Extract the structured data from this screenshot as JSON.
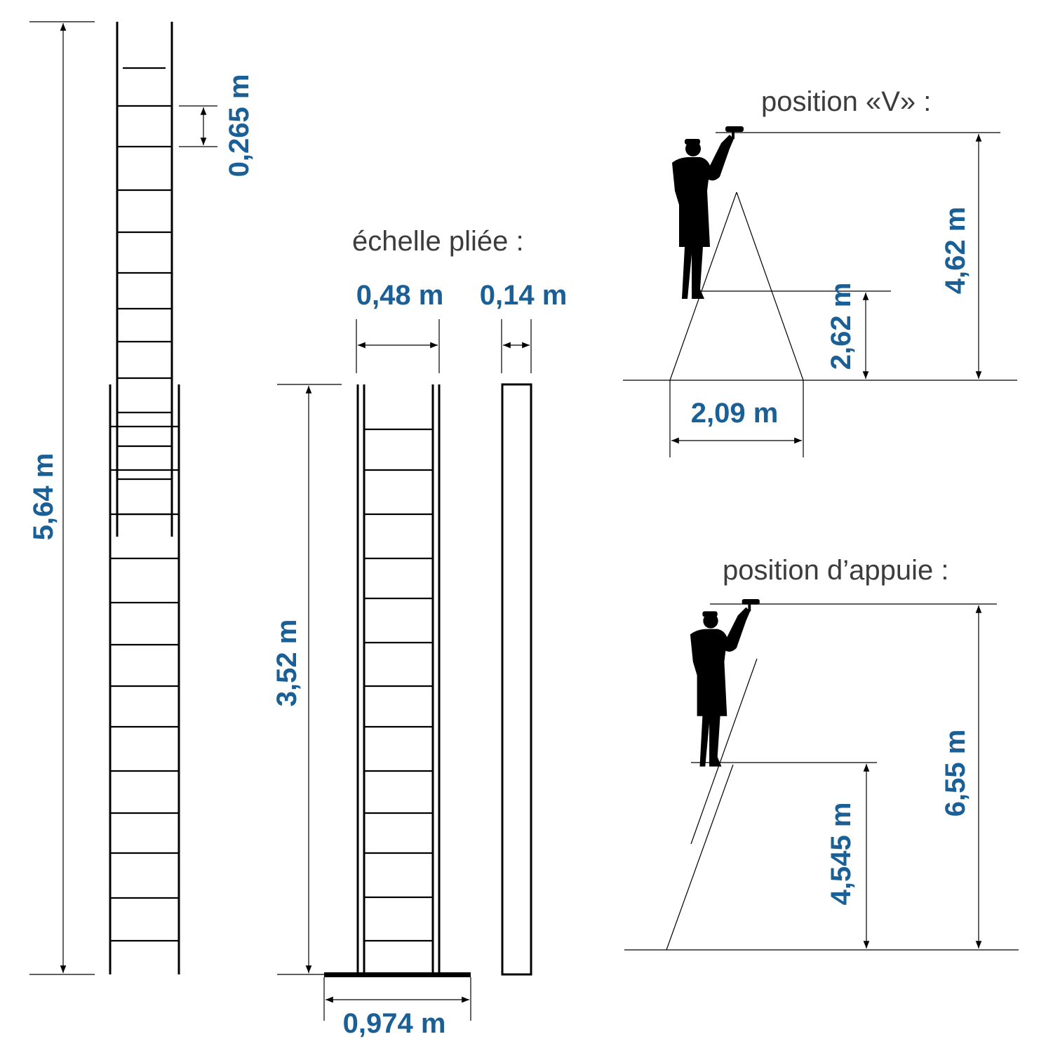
{
  "colors": {
    "dimension_text": "#1a5f96",
    "caption_text": "#3c3c3c",
    "lines": "#000000"
  },
  "extended_ladder": {
    "total_height": "5,64 m",
    "rung_spacing": "0,265 m"
  },
  "folded_ladder": {
    "caption": "échelle pliée :",
    "width": "0,48 m",
    "depth": "0,14 m",
    "height": "3,52 m",
    "base_width": "0,974 m"
  },
  "v_position": {
    "caption": "position «V» :",
    "working_height": "4,62 m",
    "standing_height": "2,62 m",
    "footprint": "2,09 m"
  },
  "leaning_position": {
    "caption": "position d’appuie :",
    "working_height": "6,55 m",
    "standing_height": "4,545 m"
  },
  "icons": [
    "painter-silhouette",
    "paint-roller-icon"
  ]
}
